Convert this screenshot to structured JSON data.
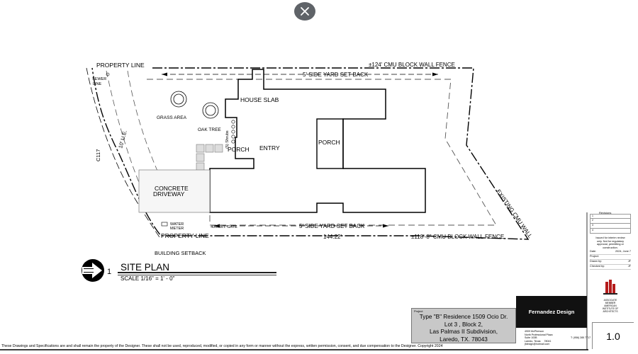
{
  "viewer": {
    "close_icon": "close-icon"
  },
  "plan_labels": {
    "property_line_top": "PROPERTY LINE",
    "property_line_bottom": "PROPERTY LINE",
    "cmu_top": "±124' CMU BLOCK WALL FENCE",
    "cmu_bottom": "±118'-8\" CMU BLOCK WALL FENCE",
    "existing_cmu_wall": "EXISTING CMU WALL",
    "setback_top": "5' SIDE YARD SET BACK",
    "setback_bottom": "5' SIDE YARD SET BACK",
    "sewer_line_1": "SEWER",
    "sewer_line_2": "LINE",
    "house_slab": "HOUSE SLAB",
    "grass_area": "GRASS AREA",
    "oak_tree": "OAK TREE",
    "shrubs": "(5) Shrubs",
    "porch_left": "PORCH",
    "entry": "ENTRY",
    "porch_right": "PORCH",
    "ue": "10' U.E.",
    "c117": "C117",
    "driveway_1": "CONCRETE",
    "driveway_2": "DRIVEWAY",
    "water_meter_1": "WATER",
    "water_meter_2": "METER",
    "gate": "4060W.I. GATE",
    "dimension_bottom": "144.22'",
    "building_setback": "BUILDING SETBACK"
  },
  "title_block": {
    "number": "1",
    "title": "SITE PLAN",
    "scale": "SCALE 1/16\" = 1' - 0\""
  },
  "project": {
    "label": "Project",
    "line1": "Type \"B\" Residence 1509 Ocio Dr.",
    "line2": "Lot 3  , Block 2,",
    "line3": "Las Palmas II Subdivision,",
    "line4": "Laredo, TX. 78043"
  },
  "firm": {
    "name": "Fernandez Design",
    "addr1": "4909 McPherson",
    "addr2": "North Professional Plaza",
    "addr3": "Suite 103B",
    "addr4": "Laredo, Texas",
    "zip": "78041",
    "email": "jfdesign@hotmail.com",
    "phone": "T: (956) 285 7717"
  },
  "revisions": {
    "title": "Revisions",
    "rows": [
      "1",
      "2",
      "3",
      "4"
    ]
  },
  "issued": {
    "line1": "Issued for interim review",
    "line2": "only. Not for regulatory",
    "line3": "approval, permitting or",
    "line4": "construction."
  },
  "meta": {
    "date_label": "Date:",
    "date_value": "2024, June 7",
    "project_label": "Project:",
    "drawn_label": "Drawn by:",
    "drawn_value": "JF",
    "checked_label": "Checked by:",
    "checked_value": "JF"
  },
  "association": {
    "line1": "ASSOCIATE",
    "line2": "MEMBER",
    "line3": "AMERICAN",
    "line4": "INSTITUTE OF",
    "line5": "ARCHITECTS"
  },
  "sheet_number": "1.0",
  "footer_text": "These Drawings and Specifications are and shall remain the property of the Designer. These shall not be used, reproduced, modified, or copied in any form or manner without the express, written permission, consent, and due compensation to the Designer. Copyright 2024"
}
